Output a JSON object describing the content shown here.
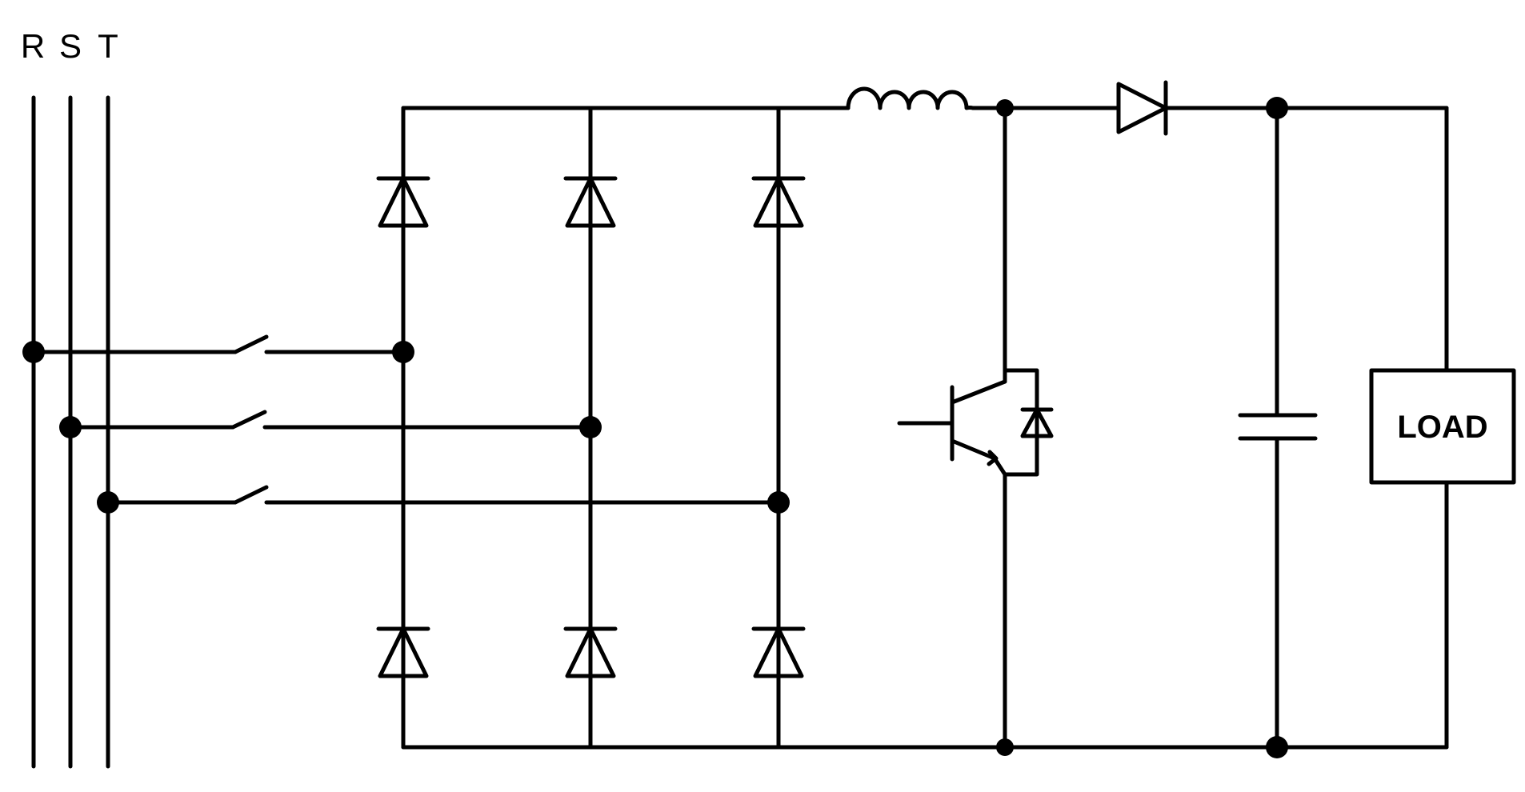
{
  "phases": {
    "r": "R",
    "s": "S",
    "t": "T"
  },
  "load": {
    "label": "LOAD"
  },
  "colors": {
    "stroke": "#000000",
    "background": "#ffffff"
  }
}
